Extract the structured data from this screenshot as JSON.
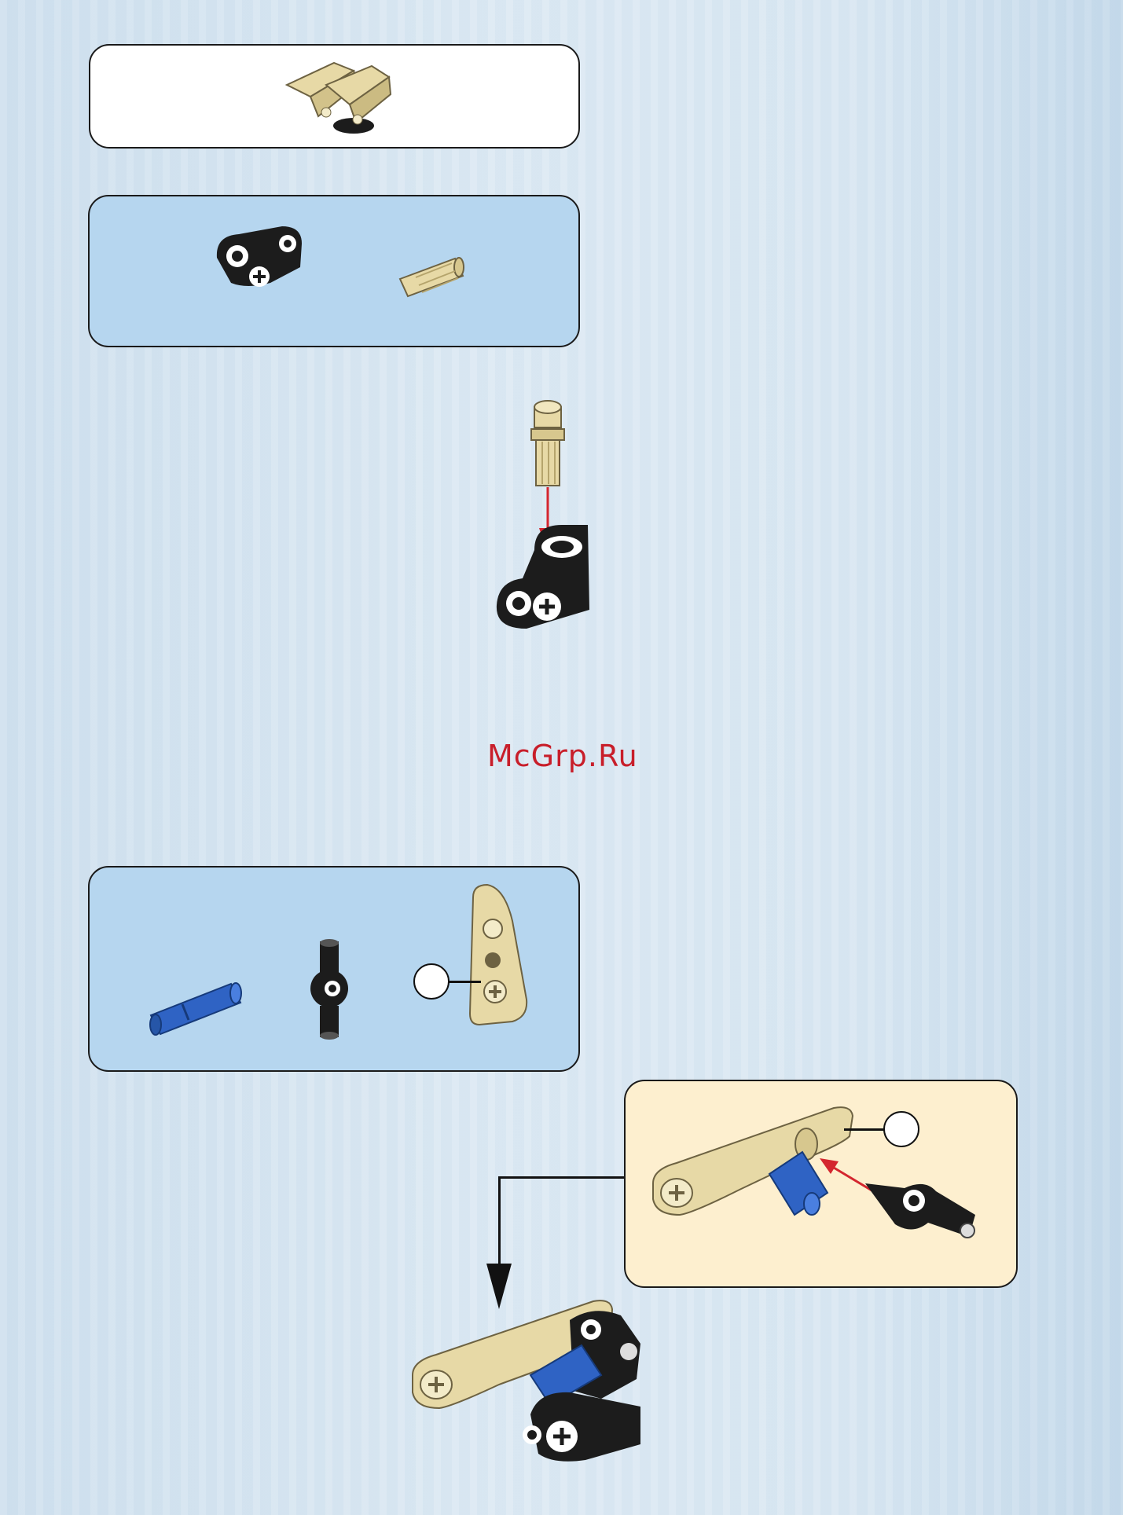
{
  "watermark": "McGrp.Ru",
  "colors": {
    "tan": "#e7d9a6",
    "black_part": "#1c1c1c",
    "blue_part": "#2f63c4",
    "arrow_red": "#d4262f",
    "panel_blue": "#b6d6ef",
    "panel_tan": "#fdefcf"
  },
  "panels": [
    {
      "name": "result-panel",
      "style": "white",
      "parts": [
        "tan-wing-assembly"
      ]
    },
    {
      "name": "parts-panel-1",
      "style": "blue",
      "parts": [
        "black-axle-connector",
        "tan-pin"
      ]
    },
    {
      "name": "parts-panel-2",
      "style": "blue",
      "parts": [
        "blue-long-pin",
        "black-pin-connector",
        "tan-curved-panel"
      ]
    },
    {
      "name": "substep-panel",
      "style": "tan",
      "parts": [
        "tan-curved-panel",
        "blue-long-pin",
        "black-pin-connector"
      ]
    }
  ]
}
